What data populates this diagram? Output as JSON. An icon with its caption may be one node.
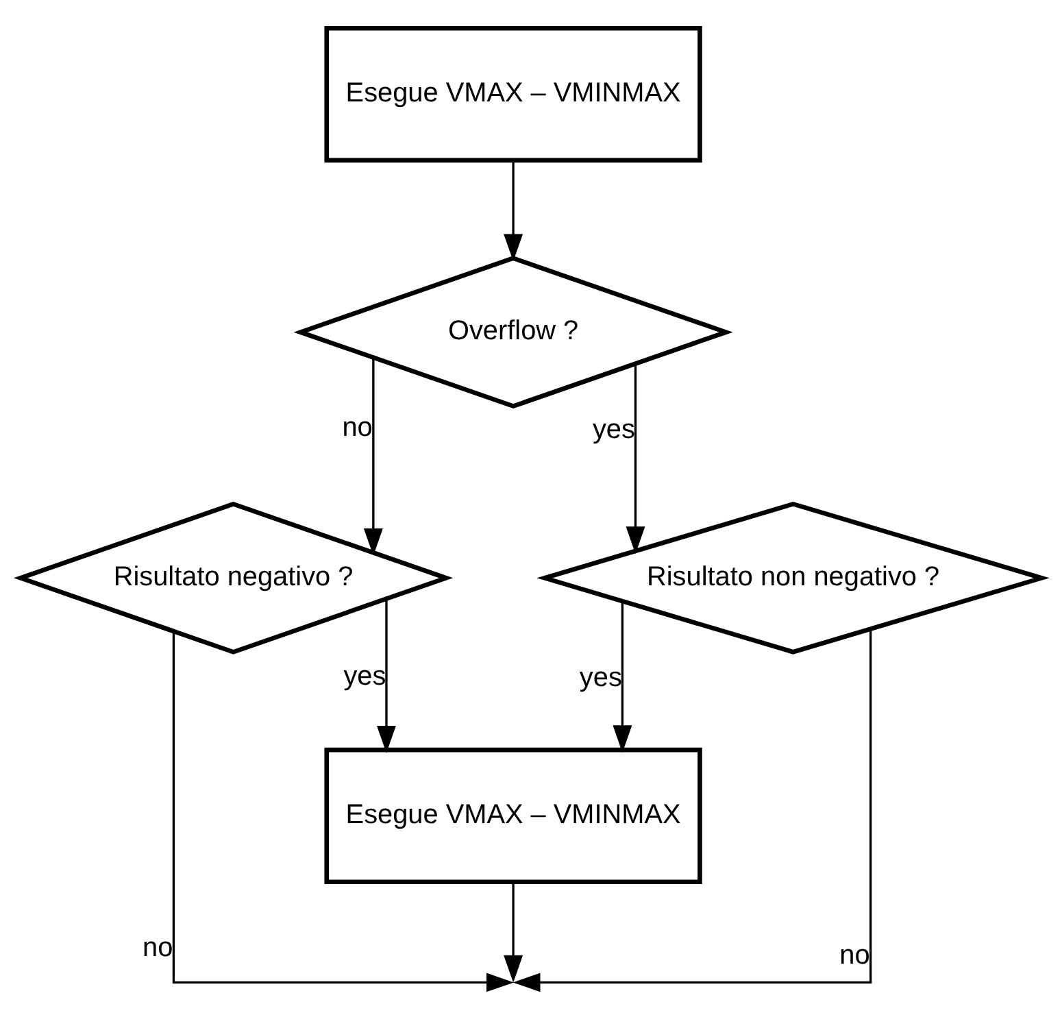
{
  "diagram": {
    "nodes": [
      {
        "text": [
          "Esegue VMAX – VMINMAX"
        ]
      },
      {
        "text": [
          "Overflow ?"
        ]
      },
      {
        "text": [
          "Risultato negativo ?"
        ]
      },
      {
        "text": [
          "Risultato non negativo ?"
        ]
      },
      {
        "text": [
          "Esegue VMAX – VMINMAX"
        ]
      }
    ],
    "edges": [
      {
        "from": 0,
        "to": 1,
        "arrow": "to"
      },
      {
        "from": 1,
        "to": 2,
        "arrow": "to",
        "label": "no"
      },
      {
        "from": 1,
        "to": 3,
        "arrow": "to",
        "label": "yes"
      },
      {
        "from": 2,
        "to": 4,
        "arrow": "to",
        "label": "yes"
      },
      {
        "from": 3,
        "to": 4,
        "arrow": "to",
        "label": "yes"
      },
      {
        "from": 2,
        "to": null,
        "arrow": "to",
        "label": "no"
      },
      {
        "from": 4,
        "to": null,
        "arrow": "to"
      },
      {
        "from": 3,
        "to": null,
        "arrow": "to",
        "label": "no"
      }
    ]
  }
}
